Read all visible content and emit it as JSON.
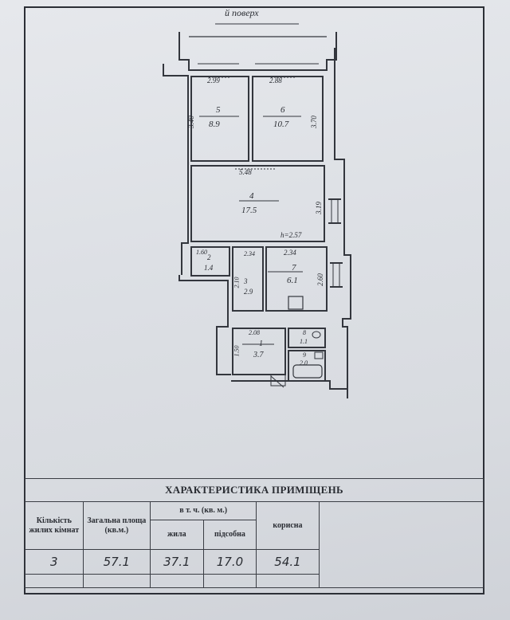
{
  "floor_caption": "й поверх",
  "rooms": [
    {
      "number": "5",
      "area": "8.9",
      "width": "2.99",
      "length": "3.40"
    },
    {
      "number": "6",
      "area": "10.7",
      "width": "2.88",
      "length": "3.70"
    },
    {
      "number": "4",
      "area": "17.5",
      "width": "5.48",
      "length": "3.19"
    },
    {
      "number": "2",
      "area": "1.4"
    },
    {
      "number": "3",
      "area": "2.9"
    },
    {
      "number": "7",
      "area": "6.1",
      "width": "2.34",
      "length": "2.60"
    },
    {
      "number": "1",
      "area": "3.7",
      "width": "2.08",
      "length": "1.50"
    },
    {
      "number": "8",
      "area": "1.1"
    },
    {
      "number": "9",
      "area": "2.0"
    }
  ],
  "plan_notes": {
    "ceiling_height": "h=2.57",
    "dim_2_34": "2.34",
    "dim_1_60": "1.60",
    "dim_2_10": "2.10"
  },
  "table": {
    "title": "ХАРАКТЕРИСТИКА ПРИМІЩЕНЬ",
    "headers": {
      "rooms_count": "Кількість жилих кімнат",
      "total_area": "Загальна площа (кв.м.)",
      "of_which": "в т. ч. (кв. м.)",
      "living": "жила",
      "auxiliary": "підсобна",
      "useful": "корисна"
    },
    "values": {
      "rooms_count": "3",
      "total_area": "57.1",
      "living": "37.1",
      "auxiliary": "17.0",
      "useful": "54.1"
    }
  }
}
